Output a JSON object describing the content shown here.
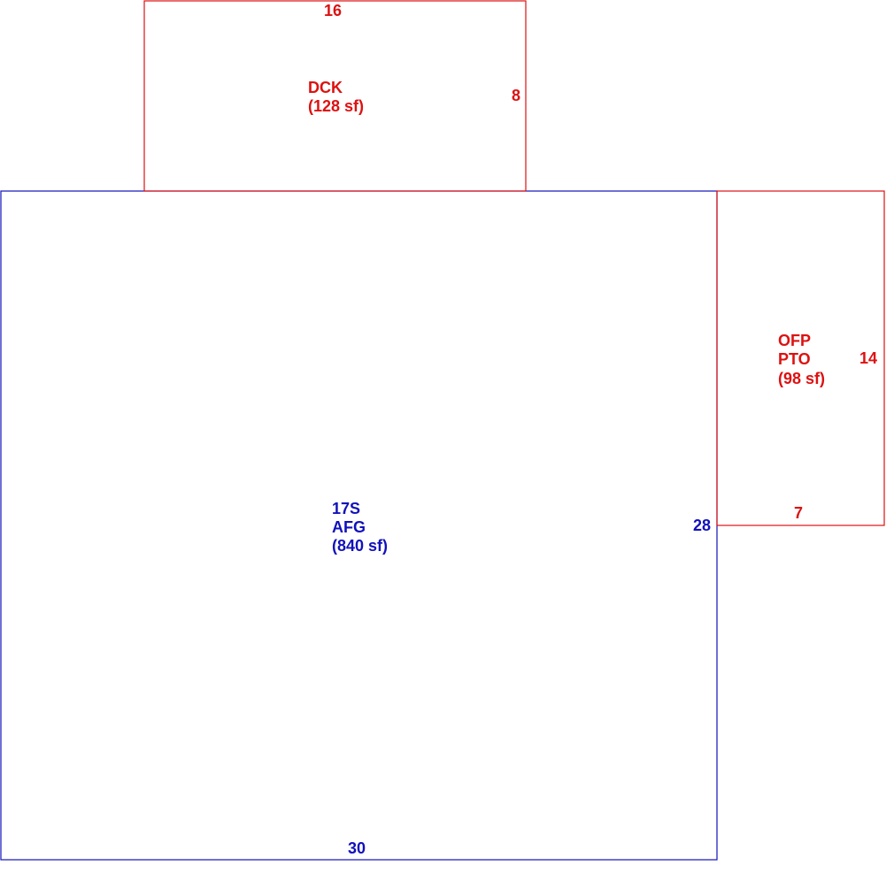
{
  "colors": {
    "main": "#1111bb",
    "accessory": "#dd1111"
  },
  "areas": {
    "main": {
      "lines": [
        "17S",
        "AFG",
        "(840 sf)"
      ],
      "dim_bottom": "30",
      "dim_right": "28"
    },
    "deck": {
      "lines": [
        "DCK",
        "(128 sf)"
      ],
      "dim_top": "16",
      "dim_right": "8"
    },
    "porch": {
      "lines": [
        "OFP",
        "PTO",
        "(98 sf)"
      ],
      "dim_right": "14",
      "dim_bottom": "7"
    }
  }
}
